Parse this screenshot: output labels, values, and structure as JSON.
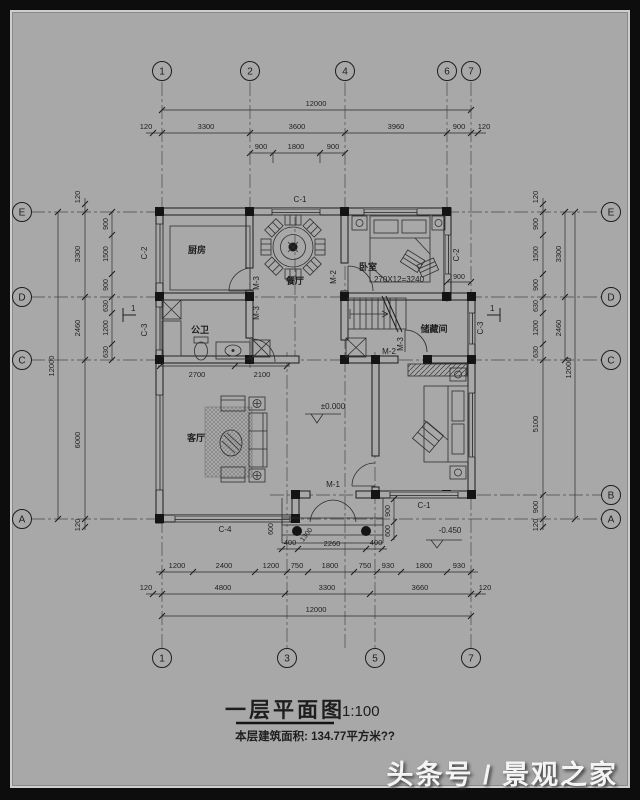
{
  "page": {
    "watermark": "头条号 / 景观之家",
    "title": "一层平面图",
    "scale": "1:100",
    "area_note": "本层建筑面积: 134.77平方米??"
  },
  "axes": {
    "top": [
      "1",
      "2",
      "4",
      "6",
      "7"
    ],
    "bottom": [
      "1",
      "3",
      "5",
      "7"
    ],
    "left": [
      "E",
      "D",
      "C",
      "A"
    ],
    "right": [
      "E",
      "D",
      "C",
      "B",
      "A"
    ],
    "section_mark": "1"
  },
  "rooms": {
    "kitchen": "厨房",
    "dining": "餐厅",
    "bedroom1": "卧室",
    "bath": "公卫",
    "living": "客厅",
    "storage": "储藏间",
    "stair_note": "270X12=3240"
  },
  "openings": {
    "m1": "M-1",
    "m2": "M-2",
    "m3": "M-3",
    "c1": "C-1",
    "c2": "C-2",
    "c3": "C-3",
    "c4": "C-4"
  },
  "levels": {
    "main": "±0.000",
    "porch": "-0.450"
  },
  "dims": {
    "top_overall": "12000",
    "top_row2": [
      "120",
      "3300",
      "3600",
      "3960",
      "900",
      "120"
    ],
    "top_row3": [
      "900",
      "1800",
      "900"
    ],
    "bottom_row1": [
      "1200",
      "2400",
      "1200",
      "750",
      "1800",
      "750",
      "930",
      "1800",
      "930"
    ],
    "bottom_row2": [
      "120",
      "4800",
      "3300",
      "3660",
      "120"
    ],
    "bottom_overall": "12000",
    "left_overall": "12000",
    "left_row2": [
      "120",
      "3300",
      "2460",
      "6000",
      "120"
    ],
    "left_row3": [
      "900",
      "1500",
      "900",
      "630",
      "1200",
      "630"
    ],
    "right_row1": [
      "120",
      "900",
      "1500",
      "900",
      "630",
      "1200",
      "630",
      "5100",
      "900",
      "120"
    ],
    "right_row2": [
      "3300",
      "2460"
    ],
    "right_overall": "12000",
    "living_row": [
      "2700",
      "2100"
    ],
    "porch_row": [
      "400",
      "2260",
      "400"
    ],
    "porch_left": "600",
    "porch_right_a": "900",
    "porch_right_b": "600",
    "porch_diag": "1300",
    "niche": "900"
  }
}
